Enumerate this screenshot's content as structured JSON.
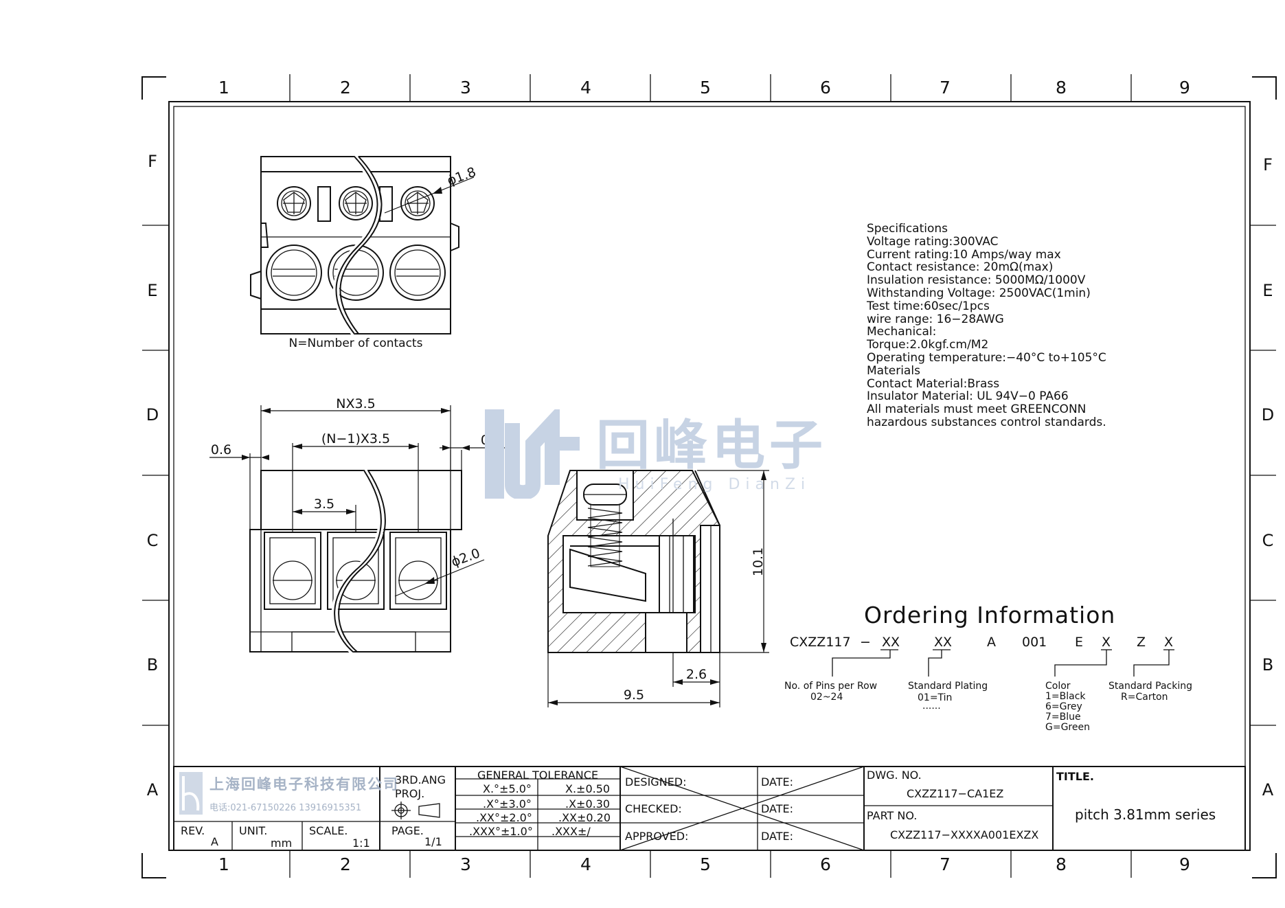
{
  "grid": {
    "columns": [
      "1",
      "2",
      "3",
      "4",
      "5",
      "6",
      "7",
      "8",
      "9"
    ],
    "rows": [
      "F",
      "E",
      "D",
      "C",
      "B",
      "A"
    ]
  },
  "top_view": {
    "note": "N=Number of contacts",
    "hole_dim": "ϕ1.8"
  },
  "front_view": {
    "overall_width": "NX3.5",
    "span": "(N−1)X3.5",
    "pitch": "3.5",
    "left_margin": "0.6",
    "right_margin": "0.6",
    "wire_dim": "ϕ2.0"
  },
  "side_view": {
    "height": "10.1",
    "depth": "9.5",
    "offset": "2.6"
  },
  "watermark": {
    "company": "回峰电子",
    "pinyin": "HuiFeng DianZi"
  },
  "specifications": [
    "Specifications",
    "Voltage rating:300VAC",
    "Current rating:10 Amps/way max",
    "Contact resistance: 20mΩ(max)",
    "Insulation resistance: 5000MΩ/1000V",
    "Withstanding Voltage: 2500VAC(1min)",
    "Test time:60sec/1pcs",
    "wire range: 16−28AWG",
    "Mechanical:",
    "Torque:2.0kgf.cm/M2",
    "Operating temperature:−40°C to+105°C",
    "Materials",
    "Contact Material:Brass",
    "Insulator Material: UL 94V−0 PA66",
    "All materials must meet GREENCONN",
    "hazardous substances control standards."
  ],
  "ordering": {
    "title": "Ordering Information",
    "code": [
      "CXZZ117",
      "−",
      "XX",
      "XX",
      "A",
      "001",
      "E",
      "X",
      "Z",
      "X"
    ],
    "pins_label": "No. of Pins per Row",
    "pins_range": "02~24",
    "plating_label": "Standard Plating",
    "plating_value": "01=Tin",
    "plating_more": "......",
    "color_label": "Color",
    "colors": [
      "1=Black",
      "6=Grey",
      "7=Blue",
      "G=Green"
    ],
    "packing_label": "Standard Packing",
    "packing_value": "R=Carton"
  },
  "title_block": {
    "company_cn": "上海回峰电子科技有限公司",
    "phone": "电话:021-67150226 13916915351",
    "projection": "3RD.ANG",
    "projection2": "PROJ.",
    "rev_label": "REV.",
    "rev_value": "A",
    "unit_label": "UNIT.",
    "unit_value": "mm",
    "scale_label": "SCALE.",
    "scale_value": "1:1",
    "page_label": "PAGE.",
    "page_value": "1/1",
    "tolerance_title": "GENERAL TOLERANCE",
    "tolerances": [
      [
        "X.°±5.0°",
        "X.±0.50"
      ],
      [
        ".X°±3.0°",
        ".X±0.30"
      ],
      [
        ".XX°±2.0°",
        ".XX±0.20"
      ],
      [
        ".XXX°±1.0°",
        ".XXX±/"
      ]
    ],
    "designed": "DESIGNED:",
    "checked": "CHECKED:",
    "approved": "APPROVED:",
    "date": "DATE:",
    "dwg_label": "DWG. NO.",
    "dwg_value": "CXZZ117−CA1EZ",
    "part_label": "PART NO.",
    "part_value": "CXZZ117−XXXXA001EXZX",
    "title_label": "TITLE.",
    "title_value": "pitch 3.81mm series"
  }
}
